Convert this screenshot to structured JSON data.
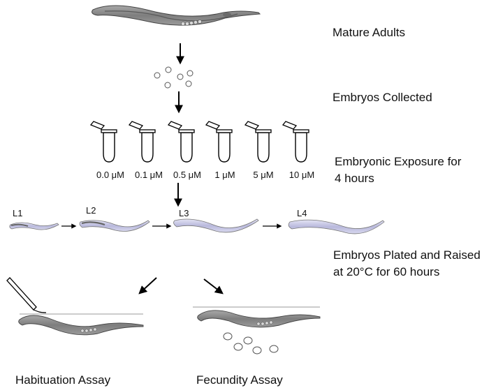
{
  "steps": {
    "mature_adults": "Mature Adults",
    "embryos_collected": "Embryos Collected",
    "exposure_line1": "Embryonic Exposure for",
    "exposure_line2": "4 hours",
    "plated_line1": "Embryos Plated and Raised",
    "plated_line2": "at 20°C for 60 hours"
  },
  "concentrations": [
    "0.0 μM",
    "0.1 μM",
    "0.5 μM",
    "1 μM",
    "5 μM",
    "10 μM"
  ],
  "stages": [
    "L1",
    "L2",
    "L3",
    "L4"
  ],
  "assays": {
    "habituation": "Habituation Assay",
    "fecundity": "Fecundity Assay"
  },
  "colors": {
    "worm_body": "#8a8a8a",
    "worm_larva": "#c9c9e6",
    "arrow": "#000000"
  }
}
